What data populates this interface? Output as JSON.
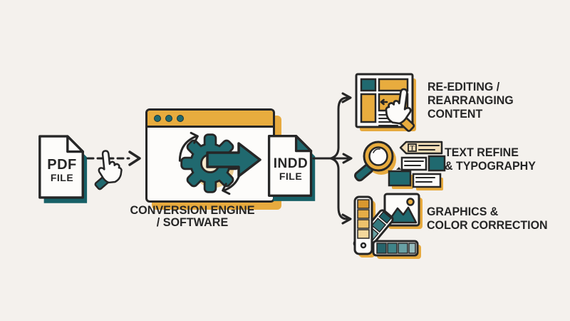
{
  "colors": {
    "background": "#f4f1ed",
    "ink": "#262626",
    "teal": "#20696f",
    "teal_shadow": "#176067",
    "gold": "#e8ac3e",
    "cream_tag": "#f1ddb8",
    "paper": "#fdfcfa"
  },
  "pdf_file": {
    "name": "PDF",
    "type_label": "FILE"
  },
  "engine": {
    "label_line1": "CONVERSION ENGINE",
    "label_line2": "/ SOFTWARE"
  },
  "indd_file": {
    "name": "INDD",
    "type_label": "FILE"
  },
  "outputs": [
    {
      "icon": "layout-rearrange-icon",
      "lines": [
        "RE-EDITING /",
        "REARRANGING",
        "CONTENT"
      ]
    },
    {
      "icon": "magnifier-text-icon",
      "tag_letter": "T",
      "lines": [
        "TEXT REFINE",
        "& TYPOGRAPHY"
      ]
    },
    {
      "icon": "color-swatches-image-icon",
      "lines": [
        "GRAPHICS &",
        "COLOR CORRECTION"
      ]
    }
  ]
}
